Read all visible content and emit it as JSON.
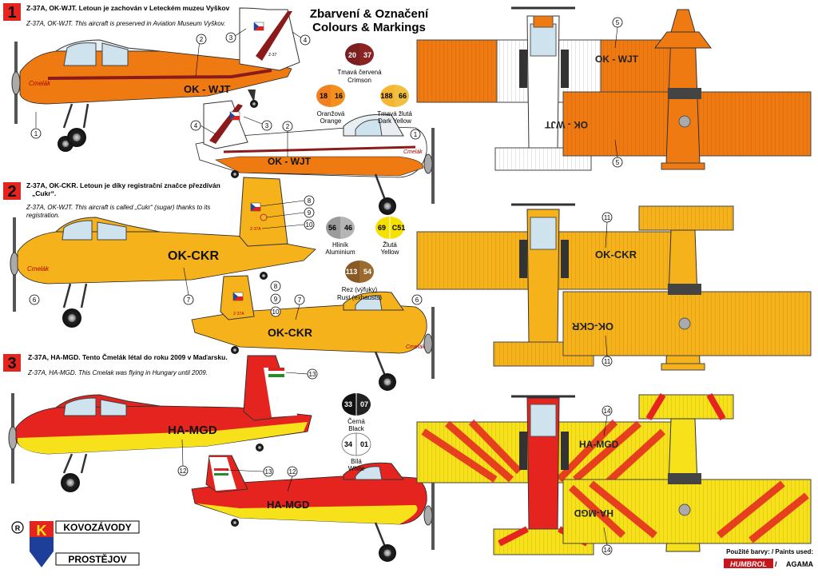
{
  "heading": {
    "cz": "Zbarvení & Označení",
    "en": "Colours & Markings"
  },
  "variants": [
    {
      "num": "1",
      "cz": "Z-37A, OK-WJT. Letoun je zachován v Leteckém muzeu Vyškov",
      "en": "Z-37A, OK-WJT. This aircraft is preserved in Aviation Museum Vyškov.",
      "reg": "OK - WJT",
      "reg2": "OK - WJT",
      "reg_top": "OK - WJT",
      "reg_bot": "OK - WJT"
    },
    {
      "num": "2",
      "cz1": "Z-37A, OK-CKR. Letoun je díky registrační značce přezdíván",
      "cz2": "„Cukr“.",
      "en1": "Z-37A, OK-WJT. This aircraft is called „Cukr“ (sugar) thanks to its",
      "en2": "registration.",
      "reg": "OK-CKR",
      "reg2": "OK-CKR",
      "reg_top": "OK-CKR",
      "reg_bot": "OK-CKR"
    },
    {
      "num": "3",
      "cz": "Z-37A, HA-MGD. Tento Čmelák létal do roku 2009 v Maďarsku.",
      "en": "Z-37A, HA-MGD. This Cmelak was flying in Hungary until 2009.",
      "reg": "HA-MGD",
      "reg2": "HA-MGD",
      "reg_top": "HA-MGD",
      "reg_bot": "HA-MGD"
    }
  ],
  "swatches": [
    {
      "codes": [
        "20",
        "37"
      ],
      "cz": "Tmavá červená",
      "en": "Crimson",
      "colors": [
        "#7a1f1f",
        "#8b2323"
      ]
    },
    {
      "codes": [
        "18",
        "16"
      ],
      "cz": "Oranžová",
      "en": "Orange",
      "colors": [
        "#f08020",
        "#f4901e"
      ]
    },
    {
      "codes": [
        "188",
        "66"
      ],
      "cz": "Tmavá žlutá",
      "en": "Dark Yellow",
      "colors": [
        "#f5b733",
        "#f2c040"
      ]
    },
    {
      "codes": [
        "56",
        "46"
      ],
      "cz": "Hliník",
      "en": "Aluminium",
      "colors": [
        "#9b9b9b",
        "#b5b5b5"
      ]
    },
    {
      "codes": [
        "69",
        "C51"
      ],
      "cz": "Žlutá",
      "en": "Yellow",
      "colors": [
        "#f5e000",
        "#f5e000"
      ]
    },
    {
      "codes": [
        "113",
        "54"
      ],
      "cz": "Rez (výfuky)",
      "en": "Rust (exhausts)",
      "colors": [
        "#8a5a26",
        "#9a6a2e"
      ]
    },
    {
      "codes": [
        "33",
        "07"
      ],
      "cz": "Černá",
      "en": "Black",
      "colors": [
        "#111111",
        "#222222"
      ]
    },
    {
      "codes": [
        "34",
        "01"
      ],
      "cz": "Bílá",
      "en": "White",
      "colors": [
        "#ffffff",
        "#ffffff"
      ]
    }
  ],
  "callouts": [
    "1",
    "2",
    "3",
    "4",
    "5",
    "6",
    "7",
    "8",
    "9",
    "10",
    "11",
    "12",
    "13",
    "14"
  ],
  "brand": {
    "r": "R",
    "k": "K",
    "line1": "KOVOZÁVODY",
    "line2": "PROSTĚJOV"
  },
  "paints_note": "Použité barvy: / Paints used:",
  "humbrol": "HUMBROL",
  "agama": "AGAMA",
  "colors": {
    "orange": "#f07a12",
    "orange_yellow": "#f6b21b",
    "red": "#e52420",
    "yellow": "#f7e11a",
    "crimson": "#8b1b1b"
  }
}
